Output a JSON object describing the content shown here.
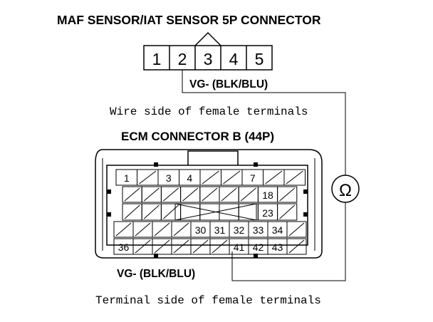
{
  "titles": {
    "maf_connector": "MAF SENSOR/IAT SENSOR 5P CONNECTOR",
    "maf_side_note": "Wire side of female terminals",
    "ecm_connector": "ECM CONNECTOR B (44P)",
    "ecm_side_note": "Terminal side of female terminals"
  },
  "wire_labels": {
    "maf_wire": "VG- (BLK/BLU)",
    "ecm_wire": "VG- (BLK/BLU)"
  },
  "meter_symbol": "Ω",
  "maf_pins": [
    "1",
    "2",
    "3",
    "4",
    "5"
  ],
  "ecm_pins": {
    "row1": [
      "1",
      "",
      "3",
      "4",
      "",
      "",
      "7",
      "",
      ""
    ],
    "row2": [
      "",
      "",
      "",
      "",
      "",
      "",
      "",
      "18",
      ""
    ],
    "row3": [
      "",
      "",
      "",
      "",
      "",
      "",
      "",
      "23",
      ""
    ],
    "row4": [
      "",
      "",
      "",
      "",
      "30",
      "31",
      "32",
      "33",
      "34",
      ""
    ],
    "row5": [
      "36",
      "",
      "",
      "",
      "",
      "",
      "41",
      "42",
      "43",
      ""
    ]
  }
}
